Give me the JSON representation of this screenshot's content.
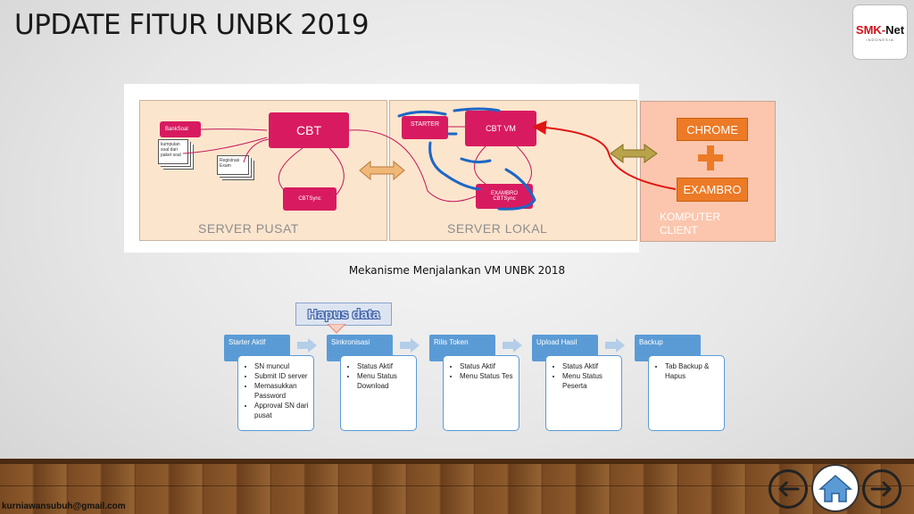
{
  "slide": {
    "title": "UPDATE FITUR UNBK 2019",
    "logo": {
      "brand_a": "SMK-",
      "brand_b": "Net",
      "sub": "INDONESIA"
    },
    "caption": "Mekanisme Menjalankan VM UNBK 2018",
    "footer_email": "kurniawansubuh@gmail.com"
  },
  "diagram": {
    "server_pusat": {
      "label": "SERVER PUSAT",
      "cbt": "CBT",
      "cbtsync": "CBTSync",
      "bank_soal": "BankSoal",
      "doc1": "kumpulan soal dari paket soal",
      "doc2": "Registrasi Exam"
    },
    "server_lokal": {
      "label": "SERVER LOKAL",
      "starter": "STARTER",
      "cbt_vm": "CBT VM",
      "exambro_line1": "EXAMBRO",
      "exambro_line2": "CBTSync"
    },
    "client": {
      "chrome": "CHROME",
      "plus": "+",
      "exambro": "EXAMBRO",
      "label_line1": "KOMPUTER",
      "label_line2": "CLIENT"
    }
  },
  "callout": {
    "text": "Hapus data"
  },
  "steps": [
    {
      "head": "Starter Aktif",
      "items": [
        "SN muncul",
        "Submit ID server",
        "Memasukkan Password",
        "Approval SN dari pusat"
      ]
    },
    {
      "head": "Sinkronisasi",
      "items": [
        "Status Aktif",
        "Menu Status Download"
      ]
    },
    {
      "head": "Rilis Token",
      "items": [
        "Status Aktif",
        "Menu Status Tes"
      ]
    },
    {
      "head": "Upload Hasil",
      "items": [
        "Status Aktif",
        "Menu Status Peserta"
      ]
    },
    {
      "head": "Backup",
      "items": [
        "Tab Backup & Hapus"
      ]
    }
  ],
  "nav": {
    "back": "arrow-left-icon",
    "home": "home-icon",
    "forward": "arrow-right-icon"
  },
  "colors": {
    "pink": "#d81b60",
    "orange": "#ec7a26",
    "step_blue": "#5b9bd5",
    "zone": "#fce5cd",
    "client": "#fbc6ad"
  }
}
